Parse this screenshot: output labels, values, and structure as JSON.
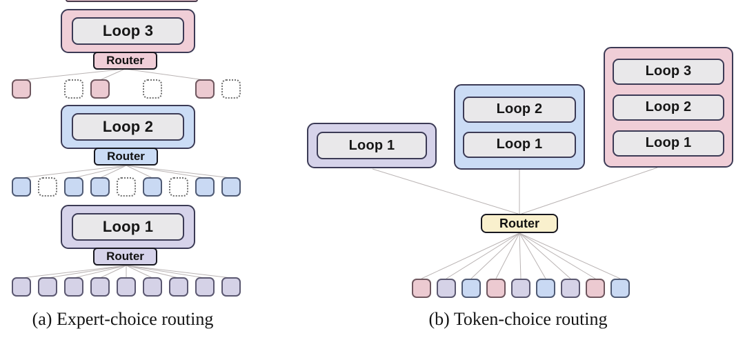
{
  "figure": {
    "panel_a": {
      "caption": "(a) Expert-choice routing",
      "stacks": [
        {
          "loop": "Loop 3",
          "router": "Router",
          "theme": "pink"
        },
        {
          "loop": "Loop 2",
          "router": "Router",
          "theme": "blue"
        },
        {
          "loop": "Loop 1",
          "router": "Router",
          "theme": "purple"
        }
      ],
      "token_rows": [
        {
          "theme": "pink",
          "slots": [
            "pink",
            "empty",
            "dotted",
            "pink",
            "empty",
            "dotted",
            "empty",
            "pink",
            "dotted"
          ]
        },
        {
          "theme": "blue",
          "slots": [
            "blue",
            "dotted",
            "blue",
            "blue",
            "dotted",
            "blue",
            "dotted",
            "blue",
            "blue"
          ]
        },
        {
          "theme": "purple",
          "slots": [
            "purple",
            "purple",
            "purple",
            "purple",
            "purple",
            "purple",
            "purple",
            "purple",
            "purple"
          ]
        }
      ]
    },
    "panel_b": {
      "caption": "(b) Token-choice routing",
      "router": "Router",
      "expert_boxes": [
        {
          "theme": "purple",
          "loops": [
            "Loop 1"
          ]
        },
        {
          "theme": "blue",
          "loops": [
            "Loop 2",
            "Loop 1"
          ]
        },
        {
          "theme": "pink",
          "loops": [
            "Loop 3",
            "Loop 2",
            "Loop 1"
          ]
        }
      ],
      "tokens": [
        "pink",
        "purple",
        "blue",
        "pink",
        "purple",
        "blue",
        "purple",
        "pink",
        "blue"
      ]
    },
    "colors": {
      "pink_fill": "#f0ced7",
      "blue_fill": "#cbdcf5",
      "purple_fill": "#d6d3ea",
      "yellow_fill": "#f9f0cd",
      "inner_gray": "#e9e8ea",
      "box_border": "#3b3a55",
      "connector_line": "#b9b3b3"
    }
  }
}
